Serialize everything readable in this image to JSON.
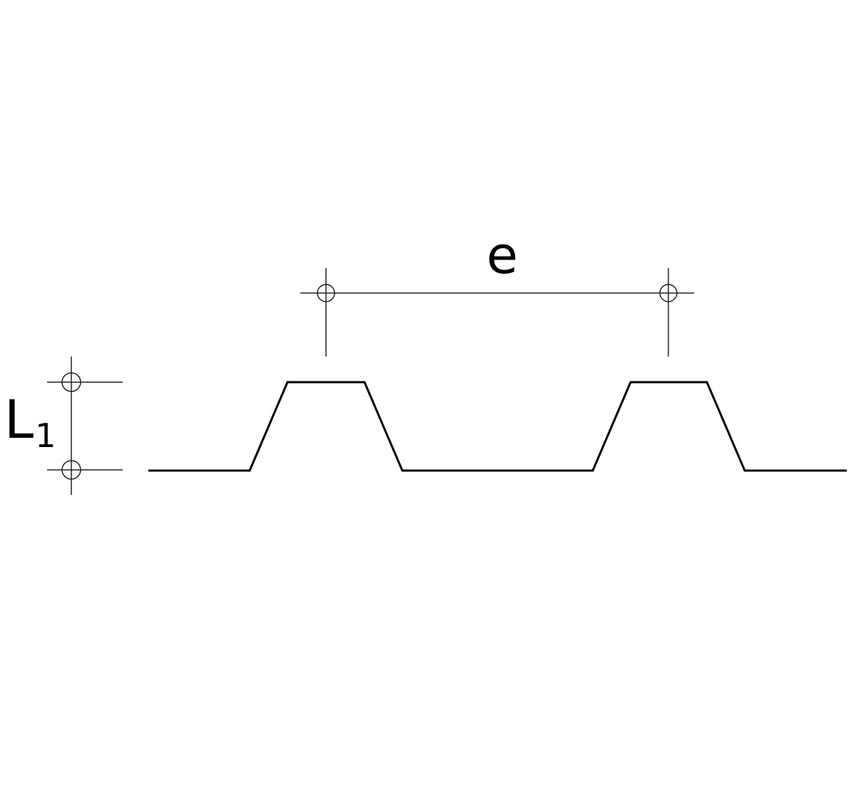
{
  "labels": {
    "pitch": "e",
    "height_main": "L",
    "height_sub": "1"
  },
  "colors": {
    "profile": "#000000",
    "dimension": "#222222",
    "background": "#ffffff"
  }
}
